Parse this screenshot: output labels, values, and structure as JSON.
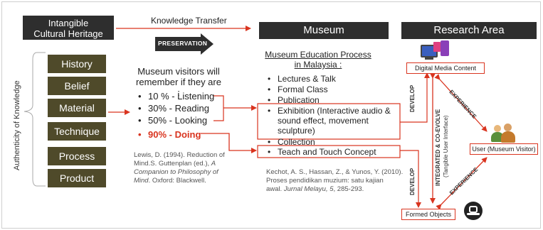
{
  "left_header": {
    "line1": "Intangible",
    "line2": "Cultural Heritage"
  },
  "knowledge_transfer": "Knowledge Transfer",
  "preservation": "PRESERVATION",
  "authenticity": "Authenticity of Knowledge",
  "knowledge_boxes": [
    "History",
    "Belief",
    "Material",
    "Technique",
    "Process",
    "Product"
  ],
  "visitors": {
    "heading1": "Museum visitors will",
    "heading2": "remember if they are :",
    "items": [
      "10 % - Listening",
      "30% - Reading",
      "50% - Looking"
    ],
    "doing": "90% - Doing"
  },
  "citation_left": {
    "line1": "Lewis, D. (1994). Reduction of",
    "line2_plain": "Mind.S. Guttenplan (ed.), ",
    "line2_italic": "A",
    "line3_italic": "Companion to Philosophy of",
    "line4_italic": "Mind",
    "line4_plain": ". Oxford: Blackwell."
  },
  "museum": {
    "header": "Museum",
    "title1": "Museum Education Process",
    "title2": "in Malaysia :",
    "items": [
      "Lectures & Talk",
      "Formal Class",
      "Publication"
    ],
    "exhibition": [
      "Exhibition (Interactive audio &",
      "sound effect, movement",
      "sculpture)"
    ],
    "collection": "Collection",
    "teach": "Teach and Touch Concept",
    "citation1": "Kechot, A. S., Hassan, Z., & Yunos, Y. (2010).",
    "citation2": "Proses pendidikan muzium: satu kajian",
    "citation3_plain": "awal. ",
    "citation3_italic": "Jurnal Melayu, 5",
    "citation3_end": ", 285-293."
  },
  "research": {
    "header": "Research Area",
    "digital": "Digital Media Content",
    "user": "User (Museum Visitor)",
    "formed": "Formed Objects",
    "develop_top": "DEVELOP",
    "develop_bottom": "DEVELOP",
    "integrated1": "INTEGRATED & CO-EVOLVE",
    "integrated2": "(Tangible User Interface)",
    "experience_top": "EXPERIENCE",
    "experience_bottom": "EXPERIENCE"
  }
}
